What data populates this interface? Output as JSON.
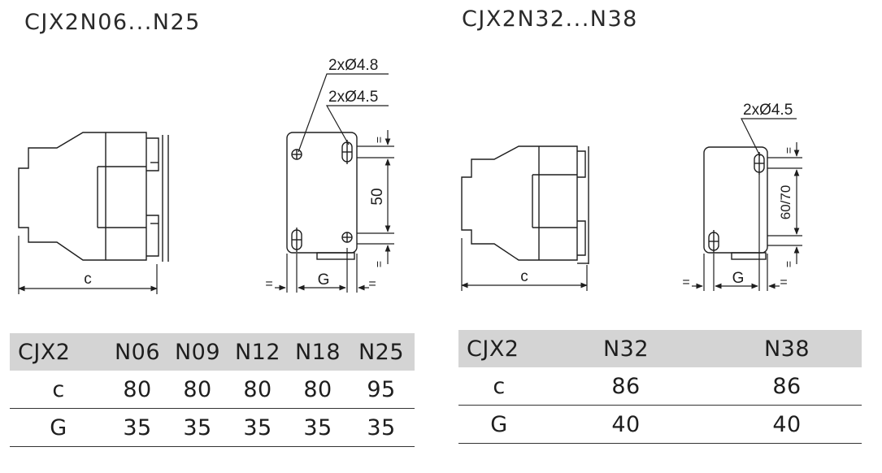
{
  "left_series": {
    "title": "CJX2N06...N25",
    "dim_c": "c",
    "dim_g": "G",
    "dim_height": "50",
    "hole_a": "2xØ4.8",
    "hole_b": "2xØ4.5",
    "eq": "="
  },
  "right_series": {
    "title": "CJX2N32...N38",
    "dim_c": "c",
    "dim_g": "G",
    "dim_height": "60/70",
    "hole_a": "2xØ4.5",
    "eq": "="
  },
  "table_left": {
    "headers": [
      "CJX2",
      "N06",
      "N09",
      "N12",
      "N18",
      "N25"
    ],
    "rows": [
      [
        "c",
        "80",
        "80",
        "80",
        "80",
        "95"
      ],
      [
        "G",
        "35",
        "35",
        "35",
        "35",
        "35"
      ]
    ]
  },
  "table_right": {
    "headers": [
      "CJX2",
      "N32",
      "N38"
    ],
    "rows": [
      [
        "c",
        "86",
        "86"
      ],
      [
        "G",
        "40",
        "40"
      ]
    ]
  },
  "colors": {
    "line": "#1e1e1e",
    "header_bg": "#d4d4d4"
  }
}
